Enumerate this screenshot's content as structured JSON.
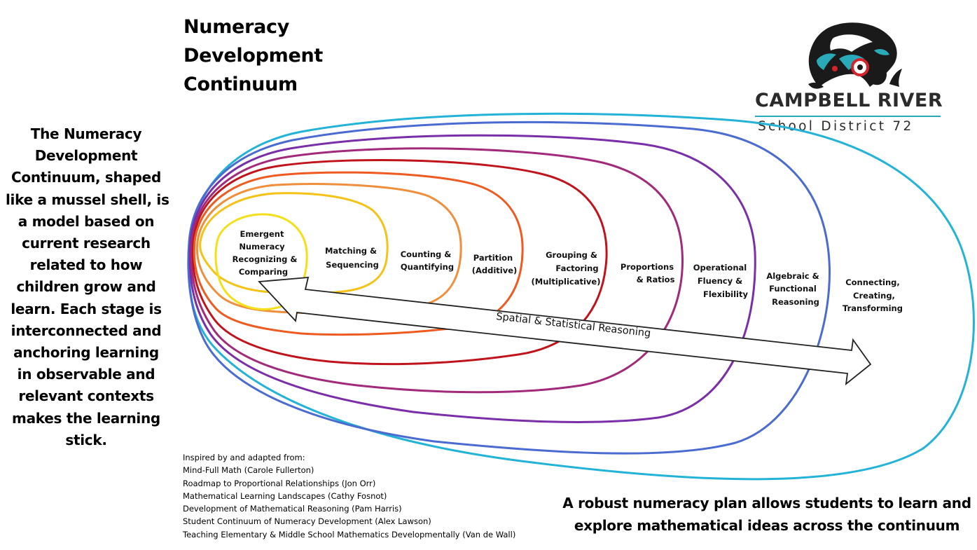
{
  "title": {
    "lines": [
      "Numeracy",
      "Development",
      "Continuum"
    ]
  },
  "description": {
    "lines": [
      "The Numeracy",
      "Development",
      "Continuum, shaped",
      "like a mussel shell, is",
      "a model based on",
      "current research",
      "related to how",
      "children grow and",
      "learn. Each stage is",
      "interconnected and",
      "anchoring learning",
      "in observable and",
      "relevant contexts",
      "makes the learning",
      "stick."
    ]
  },
  "logo": {
    "name": "CAMPBELL RIVER",
    "subtitle": "School District 72",
    "icon": "formline-salmon-icon",
    "colors": {
      "black": "#1a1a1a",
      "teal": "#2aa9b8",
      "red": "#d4232b"
    }
  },
  "diagram": {
    "stages": [
      {
        "label_lines": [
          "Emergent",
          "Numeracy",
          "Recognizing &",
          "Comparing"
        ],
        "color": "#f4e01a"
      },
      {
        "label_lines": [
          "Matching &",
          "Sequencing"
        ],
        "color": "#f5c217"
      },
      {
        "label_lines": [
          "Counting &",
          "Quantifying"
        ],
        "color": "#f08f3b"
      },
      {
        "label_lines": [
          "Partition",
          "(Additive)"
        ],
        "color": "#ee5a1f"
      },
      {
        "label_lines": [
          "Grouping &",
          "Factoring",
          "(Multiplicative)"
        ],
        "color": "#c0141c"
      },
      {
        "label_lines": [
          "Proportions",
          "& Ratios"
        ],
        "color": "#a22a7a"
      },
      {
        "label_lines": [
          "Operational",
          "Fluency &",
          "Flexibility"
        ],
        "color": "#7a2ea8"
      },
      {
        "label_lines": [
          "Algebraic &",
          "Functional",
          "Reasoning"
        ],
        "color": "#4a6bd0"
      },
      {
        "label_lines": [
          "Connecting,",
          "Creating,",
          "Transforming"
        ],
        "color": "#22b3d6"
      }
    ],
    "arrow_label": "Spatial & Statistical Reasoning"
  },
  "credits": {
    "lines": [
      "Inspired by and adapted from:",
      "Mind-Full Math (Carole Fullerton)",
      "Roadmap to Proportional Relationships (Jon Orr)",
      "Mathematical Learning Landscapes (Cathy Fosnot)",
      "Development of Mathematical Reasoning (Pam Harris)",
      "Student Continuum of Numeracy Development (Alex Lawson)",
      "Teaching Elementary & Middle School Mathematics Developmentally (Van de Wall)"
    ]
  },
  "footer": {
    "lines": [
      "A robust numeracy plan allows students to learn and",
      "explore mathematical ideas across the continuum"
    ]
  }
}
